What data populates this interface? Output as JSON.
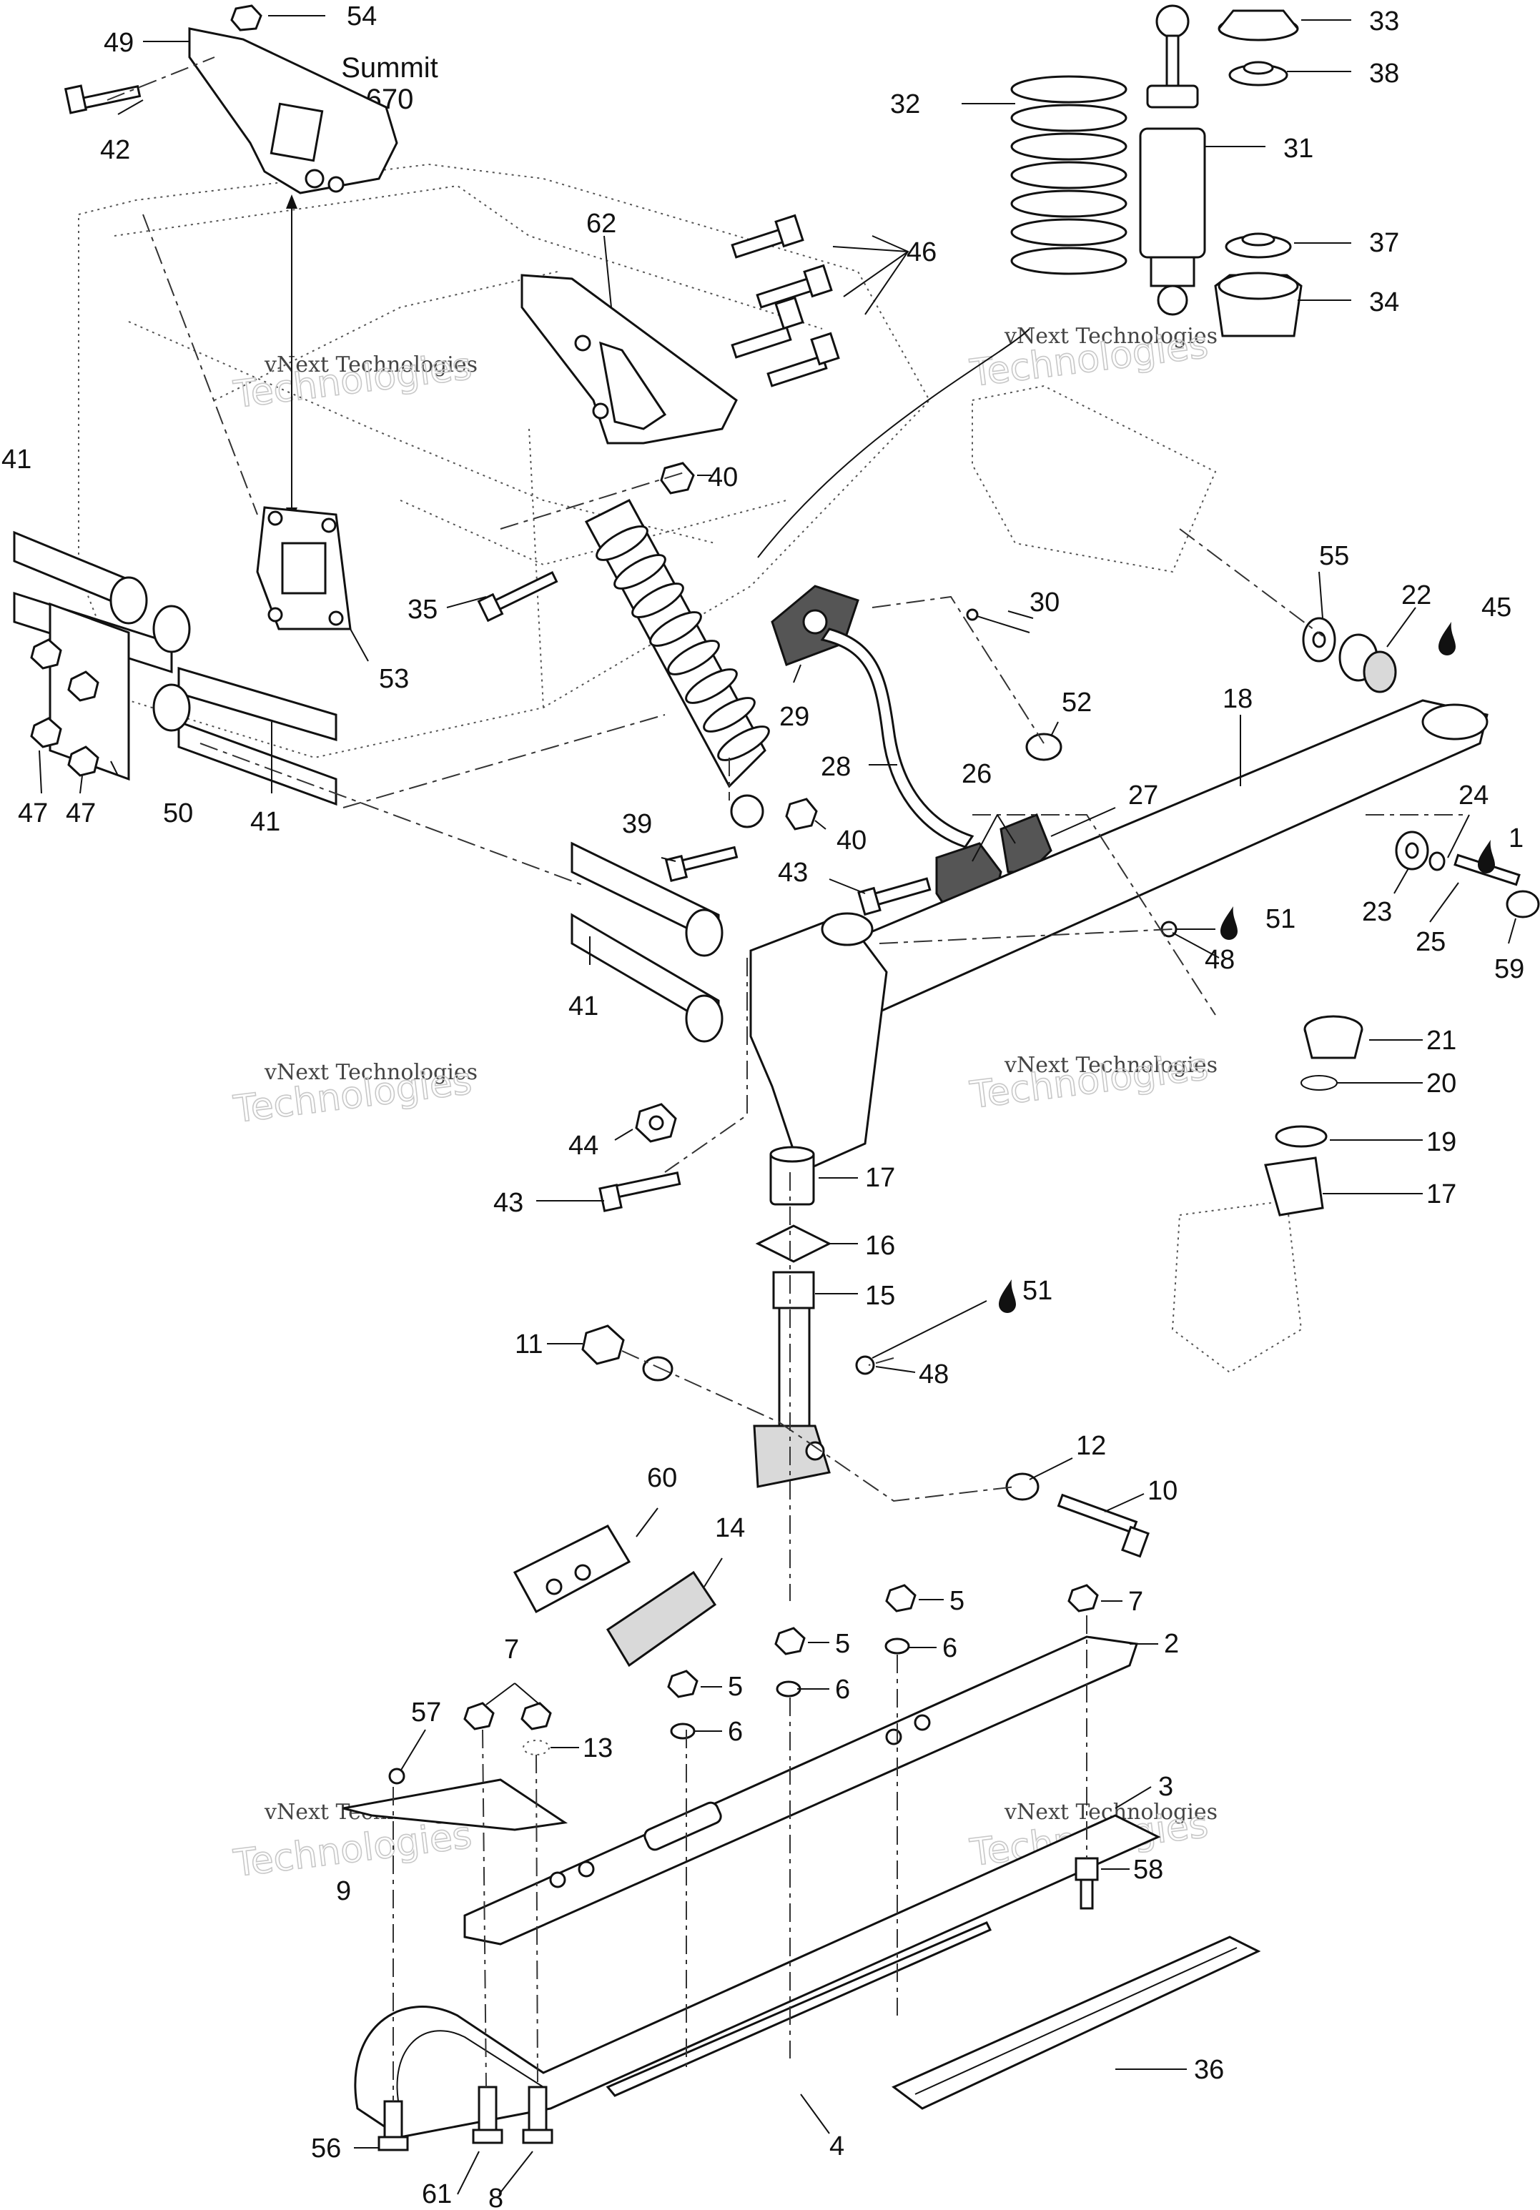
{
  "model_note": {
    "line1": "Summit",
    "line2": "670"
  },
  "watermark": {
    "line1": "vNext Technologies",
    "line2": "Technologies"
  },
  "callouts": [
    {
      "id": "c54",
      "text": "54"
    },
    {
      "id": "c49",
      "text": "49"
    },
    {
      "id": "c42",
      "text": "42"
    },
    {
      "id": "c62",
      "text": "62"
    },
    {
      "id": "c46",
      "text": "46"
    },
    {
      "id": "c32",
      "text": "32"
    },
    {
      "id": "c33",
      "text": "33"
    },
    {
      "id": "c38",
      "text": "38"
    },
    {
      "id": "c31",
      "text": "31"
    },
    {
      "id": "c37",
      "text": "37"
    },
    {
      "id": "c34",
      "text": "34"
    },
    {
      "id": "c41a",
      "text": "41"
    },
    {
      "id": "c40a",
      "text": "40"
    },
    {
      "id": "c35",
      "text": "35"
    },
    {
      "id": "c53",
      "text": "53"
    },
    {
      "id": "c55",
      "text": "55"
    },
    {
      "id": "c22",
      "text": "22"
    },
    {
      "id": "c45",
      "text": "45"
    },
    {
      "id": "c30",
      "text": "30"
    },
    {
      "id": "c29",
      "text": "29"
    },
    {
      "id": "c52",
      "text": "52"
    },
    {
      "id": "c18",
      "text": "18"
    },
    {
      "id": "c28",
      "text": "28"
    },
    {
      "id": "c26",
      "text": "26"
    },
    {
      "id": "c27",
      "text": "27"
    },
    {
      "id": "c24",
      "text": "24"
    },
    {
      "id": "c1",
      "text": "1"
    },
    {
      "id": "c47a",
      "text": "47"
    },
    {
      "id": "c47b",
      "text": "47"
    },
    {
      "id": "c50",
      "text": "50"
    },
    {
      "id": "c41b",
      "text": "41"
    },
    {
      "id": "c39",
      "text": "39"
    },
    {
      "id": "c40b",
      "text": "40"
    },
    {
      "id": "c43a",
      "text": "43"
    },
    {
      "id": "c51a",
      "text": "51"
    },
    {
      "id": "c48a",
      "text": "48"
    },
    {
      "id": "c23",
      "text": "23"
    },
    {
      "id": "c25",
      "text": "25"
    },
    {
      "id": "c59",
      "text": "59"
    },
    {
      "id": "c41c",
      "text": "41"
    },
    {
      "id": "c21",
      "text": "21"
    },
    {
      "id": "c20",
      "text": "20"
    },
    {
      "id": "c44",
      "text": "44"
    },
    {
      "id": "c19",
      "text": "19"
    },
    {
      "id": "c17a",
      "text": "17"
    },
    {
      "id": "c17b",
      "text": "17"
    },
    {
      "id": "c43b",
      "text": "43"
    },
    {
      "id": "c16",
      "text": "16"
    },
    {
      "id": "c15",
      "text": "15"
    },
    {
      "id": "c51b",
      "text": "51"
    },
    {
      "id": "c11",
      "text": "11"
    },
    {
      "id": "c48b",
      "text": "48"
    },
    {
      "id": "c12",
      "text": "12"
    },
    {
      "id": "c10",
      "text": "10"
    },
    {
      "id": "c60",
      "text": "60"
    },
    {
      "id": "c14",
      "text": "14"
    },
    {
      "id": "c5a",
      "text": "5"
    },
    {
      "id": "c7a",
      "text": "7"
    },
    {
      "id": "c5b",
      "text": "5"
    },
    {
      "id": "c6a",
      "text": "6"
    },
    {
      "id": "c2",
      "text": "2"
    },
    {
      "id": "c5c",
      "text": "5"
    },
    {
      "id": "c6b",
      "text": "6"
    },
    {
      "id": "c7b",
      "text": "7"
    },
    {
      "id": "c6c",
      "text": "6"
    },
    {
      "id": "c57",
      "text": "57"
    },
    {
      "id": "c13",
      "text": "13"
    },
    {
      "id": "c3",
      "text": "3"
    },
    {
      "id": "c9",
      "text": "9"
    },
    {
      "id": "c58",
      "text": "58"
    },
    {
      "id": "c36",
      "text": "36"
    },
    {
      "id": "c4",
      "text": "4"
    },
    {
      "id": "c56",
      "text": "56"
    },
    {
      "id": "c61",
      "text": "61"
    },
    {
      "id": "c8",
      "text": "8"
    }
  ],
  "colors": {
    "ink": "#111111",
    "watermark": "#c8c8c8",
    "background": "#ffffff"
  },
  "icons": [
    "lubricant-drop-icon"
  ]
}
